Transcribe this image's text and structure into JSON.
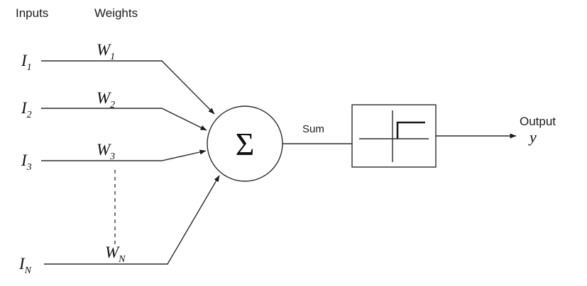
{
  "diagram": {
    "kind": "perceptron-neuron-diagram",
    "labels": {
      "inputs_header": "Inputs",
      "weights_header": "Weights",
      "sum_wire": "Sum",
      "output_header": "Output",
      "output_symbol": "y",
      "summation_symbol": "Σ"
    },
    "inputs": [
      {
        "symbol": "I",
        "sub": "1"
      },
      {
        "symbol": "I",
        "sub": "2"
      },
      {
        "symbol": "I",
        "sub": "3"
      },
      {
        "symbol": "I",
        "sub": "N"
      }
    ],
    "weights": [
      {
        "symbol": "W",
        "sub": "1"
      },
      {
        "symbol": "W",
        "sub": "2"
      },
      {
        "symbol": "W",
        "sub": "3"
      },
      {
        "symbol": "W",
        "sub": "N"
      }
    ],
    "colors": {
      "stroke": "#2b2b2b",
      "text": "#1c1c1c",
      "background": "#ffffff"
    }
  }
}
